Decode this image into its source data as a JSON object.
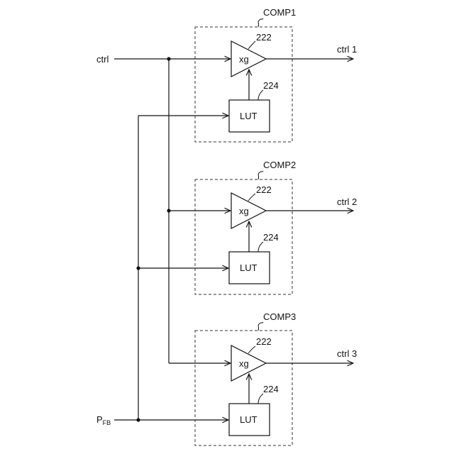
{
  "inputs": {
    "ctrl": "ctrl",
    "pfb_main": "P",
    "pfb_sub": "FB"
  },
  "components": [
    {
      "name": "COMP1",
      "amp_label": "xg",
      "amp_ref": "222",
      "lut_label": "LUT",
      "lut_ref": "224",
      "output": "ctrl 1"
    },
    {
      "name": "COMP2",
      "amp_label": "xg",
      "amp_ref": "222",
      "lut_label": "LUT",
      "lut_ref": "224",
      "output": "ctrl 2"
    },
    {
      "name": "COMP3",
      "amp_label": "xg",
      "amp_ref": "222",
      "lut_label": "LUT",
      "lut_ref": "224",
      "output": "ctrl 3"
    }
  ]
}
